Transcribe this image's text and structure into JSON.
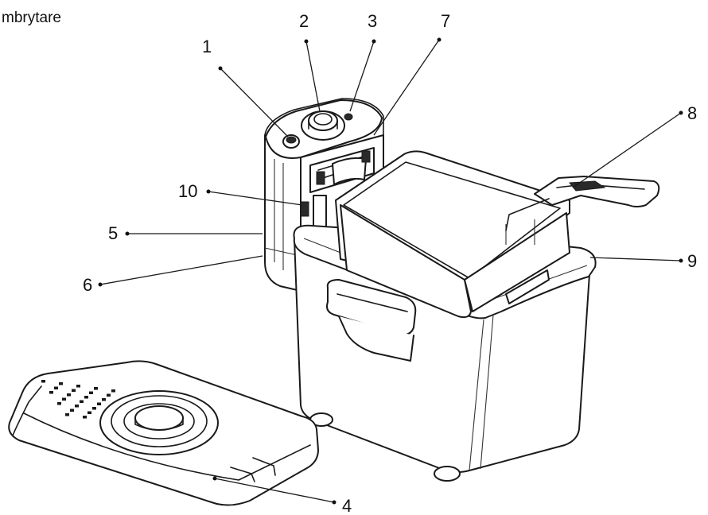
{
  "header": {
    "text": "mbrytare"
  },
  "callouts": [
    {
      "id": "1",
      "label": "1"
    },
    {
      "id": "2",
      "label": "2"
    },
    {
      "id": "3",
      "label": "3"
    },
    {
      "id": "4",
      "label": "4"
    },
    {
      "id": "5",
      "label": "5"
    },
    {
      "id": "6",
      "label": "6"
    },
    {
      "id": "7",
      "label": "7"
    },
    {
      "id": "8",
      "label": "8"
    },
    {
      "id": "9",
      "label": "9"
    },
    {
      "id": "10",
      "label": "10"
    }
  ]
}
